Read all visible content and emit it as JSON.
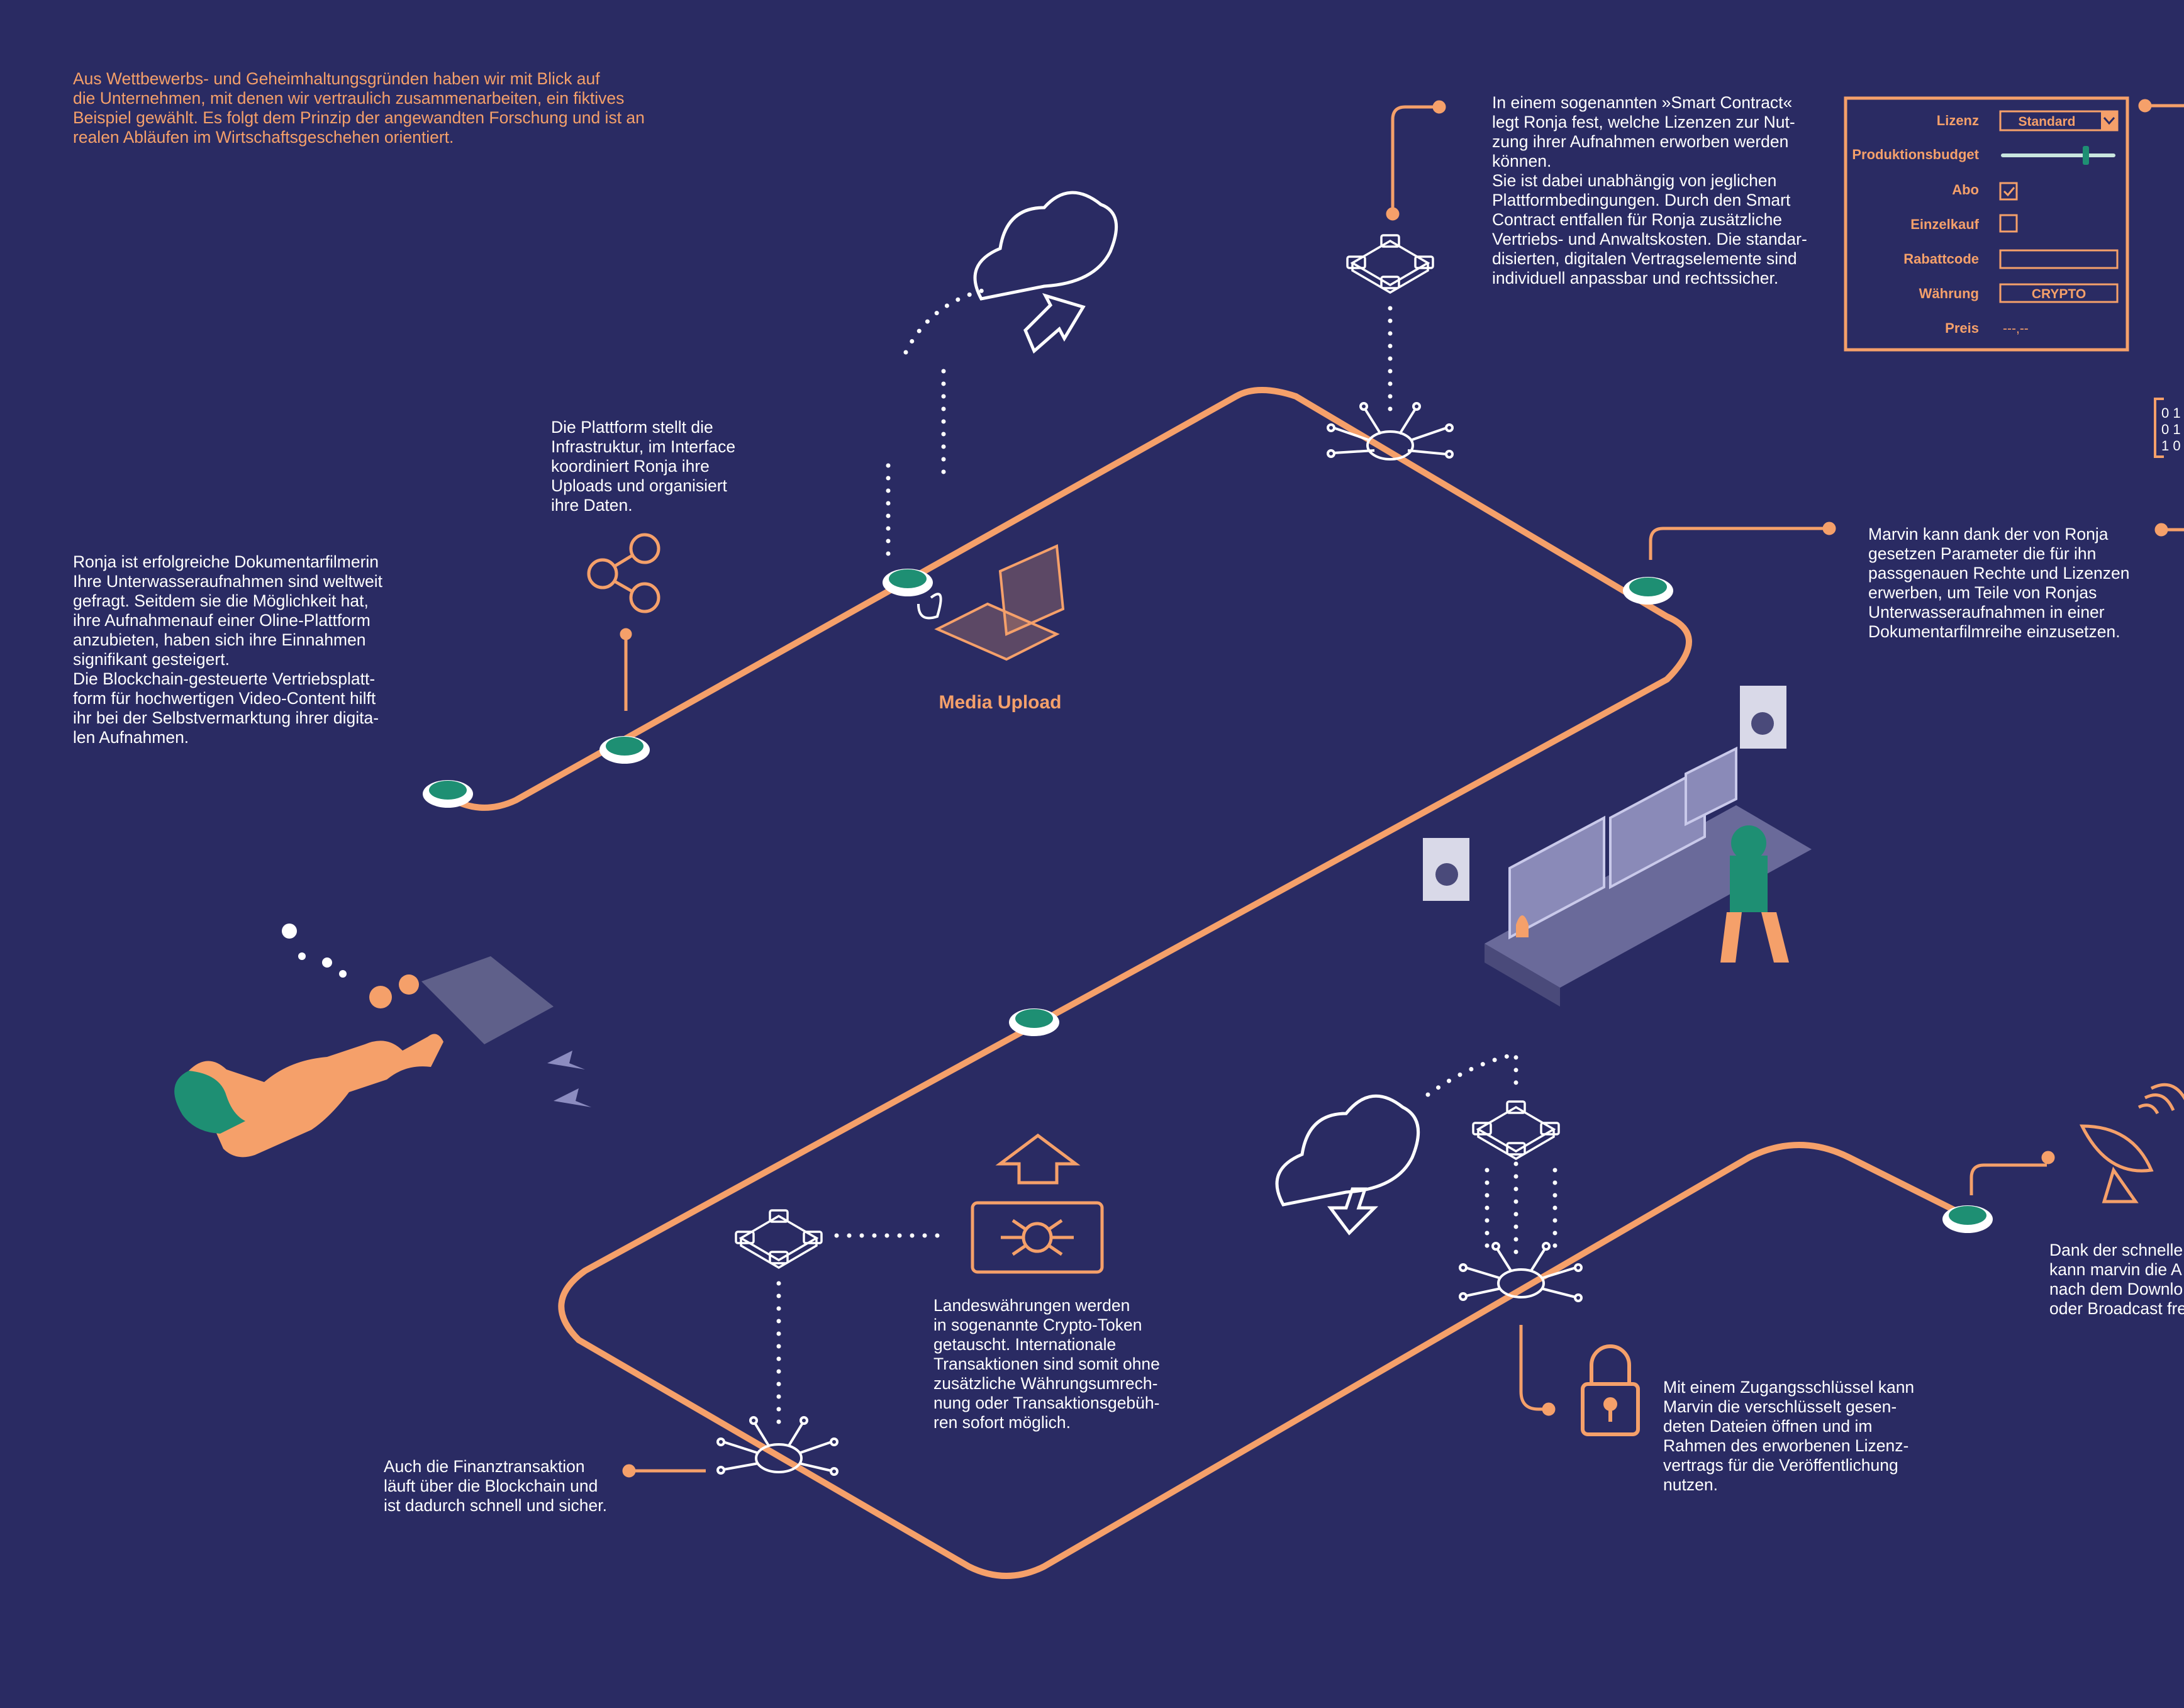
{
  "intro": "Aus Wettbewerbs- und Geheimhaltungsgründen haben wir mit Blick auf\ndie Unternehmen, mit denen wir vertraulich zusammenarbeiten, ein fiktives\nBeispiel gewählt. Es folgt dem Prinzip der angewandten Forschung und ist an\nrealen Abläufen im Wirtschaftsgeschehen orientiert.",
  "platform_text": "Die Plattform stellt die\nInfrastruktur, im Interface\nkoordiniert Ronja ihre\nUploads und organisiert\nihre Daten.",
  "ronja_text": "Ronja ist erfolgreiche Dokumentarfilmerin\nIhre Unterwasseraufnahmen sind weltweit\ngefragt. Seitdem sie die Möglichkeit hat,\nihre Aufnahmenauf einer Oline-Plattform\nanzubieten, haben sich ihre Einnahmen\nsignifikant gesteigert.\nDie Blockchain-gesteuerte Vertriebsplatt-\nform für hochwertigen Video-Content hilft\nihr bei der Selbstvermarktung ihrer digita-\nlen Aufnahmen.",
  "smart_contract_text": "In einem sogenannten »Smart Contract«\nlegt Ronja fest, welche Lizenzen zur Nut-\nzung ihrer Aufnahmen erworben werden\nkönnen.\nSie ist dabei unabhängig von jeglichen\nPlattformbedingungen. Durch den Smart\nContract entfallen für Ronja zusätzliche\nVertriebs- und Anwaltskosten. Die standar-\ndisierten, digitalen Vertragselemente sind\nindividuell anpassbar und rechtssicher.",
  "marvin_text": "Marvin kann dank der von Ronja\ngesetzen Parameter die für ihn\npassgenauen Rechte und Lizenzen\nerwerben, um Teile von Ronjas\nUnterwasseraufnahmen in einer\nDokumentarfilmreihe einzusetzen.",
  "schnell_text": "Dank der schnelle\nkann marvin die A\nnach dem Downlo\noder Broadcast fre",
  "landes_text": "Landeswährungen werden\nin sogenannte Crypto-Token\ngetauscht. Internationale\nTransaktionen sind somit ohne\nzusätzliche Währungsumrech-\nnung oder Transaktionsgebüh-\nren sofort möglich.",
  "finanz_text": "Auch die Finanztransaktion\nläuft über die Blockchain und\nist dadurch  schnell und sicher.",
  "zugang_text": "Mit einem Zugangsschlüssel kann\nMarvin die verschlüsselt gesen-\ndeten Dateien öffnen und im\nRahmen des erworbenen Lizenz-\nvertrags für die Veröffentlichung\nnutzen.",
  "media_upload_label": "Media Upload",
  "form": {
    "lizenz_label": "Lizenz",
    "lizenz_value": "Standard",
    "budget_label": "Produktionsbudget",
    "budget_fraction": 0.75,
    "abo_label": "Abo",
    "abo_checked": true,
    "einzelkauf_label": "Einzelkauf",
    "einzelkauf_checked": false,
    "rabattcode_label": "Rabattcode",
    "rabattcode_value": "",
    "waehrung_label": "Währung",
    "waehrung_value": "CRYPTO",
    "preis_label": "Preis",
    "preis_value": "---,--"
  },
  "binary": [
    "0 1",
    "0 1",
    "1 0"
  ],
  "colors": {
    "background": "#2a2b63",
    "accent_orange": "#f5a06a",
    "node_green": "#1e8f73",
    "line_white": "#ffffff"
  }
}
